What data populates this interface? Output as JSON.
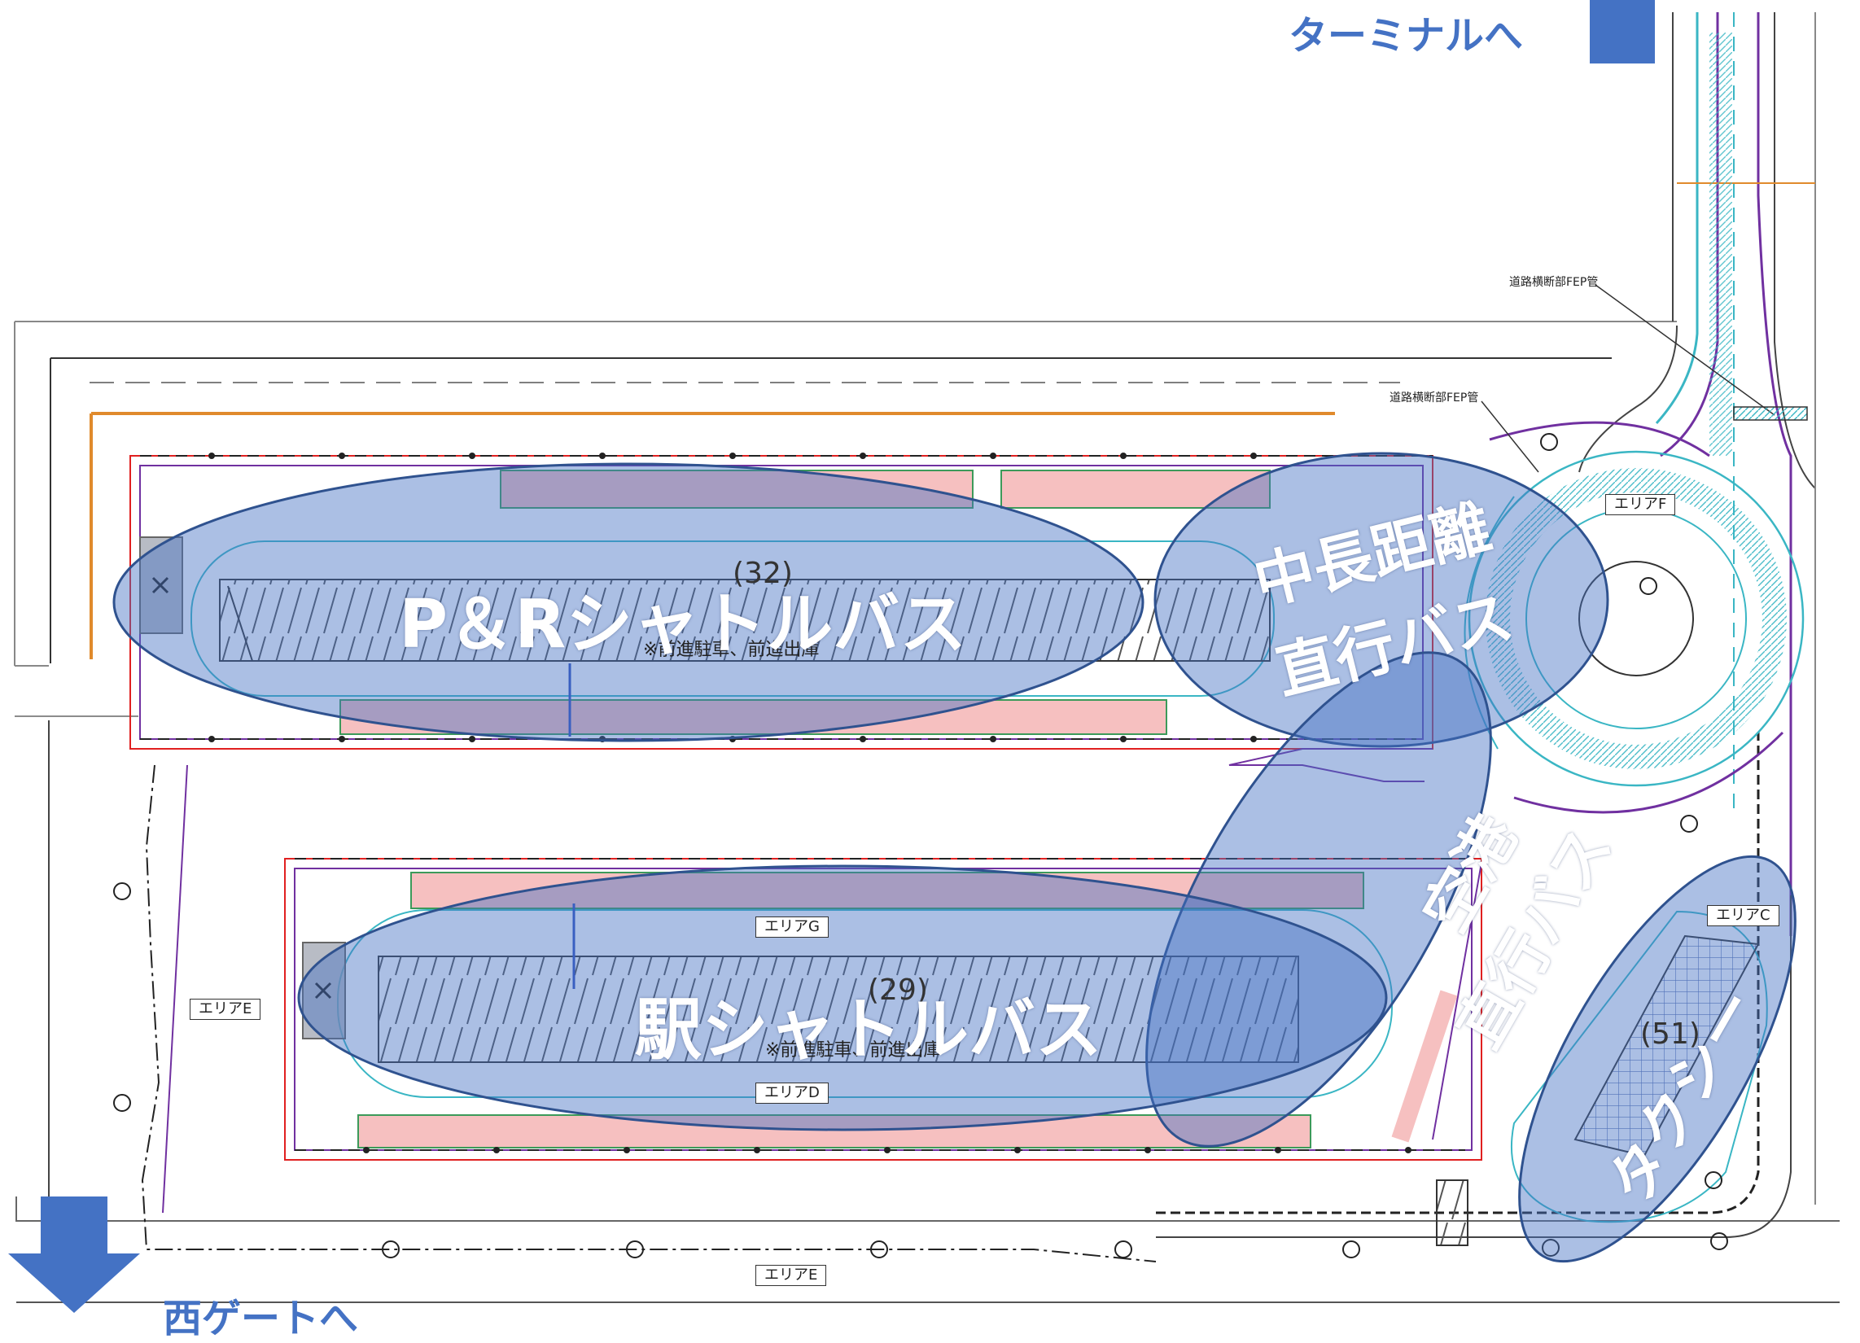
{
  "nav": {
    "terminal": "ターミナルへ",
    "west_gate": "西ゲートへ"
  },
  "zones": {
    "pr_shuttle": "P＆Rシャトルバス",
    "long_distance_line1": "中長距離",
    "long_distance_line2": "直行バス",
    "airport_line1": "空港",
    "airport_line2": "直行バス",
    "station_shuttle": "駅シャトルバス",
    "taxi": "タクシー"
  },
  "counts": {
    "pr": "(32)",
    "station": "(29)",
    "taxi": "(51)"
  },
  "notes": {
    "pr": "※前進駐車、前進出庫",
    "station": "※前進駐車、前進出庫"
  },
  "areas": {
    "c": "エリアC",
    "d": "エリアD",
    "e_left": "エリアE",
    "e_bottom": "エリアE",
    "f": "エリアF",
    "g": "エリアG"
  },
  "annotations": {
    "fep_upper": "道路横断部FEP管",
    "fep_lower": "道路横断部FEP管"
  },
  "colors": {
    "zone_fill": "#4472C4",
    "zone_stroke": "#2F528F",
    "arrow": "#4472C4",
    "nav_text": "#4472C4",
    "kerb_purple": "#7030A0",
    "kerb_red": "#E02020",
    "orange_line": "#E08A2C",
    "teal_line": "#3AB6C4",
    "pink_fill": "#F6C0C0",
    "green_line": "#3C9A5A"
  }
}
